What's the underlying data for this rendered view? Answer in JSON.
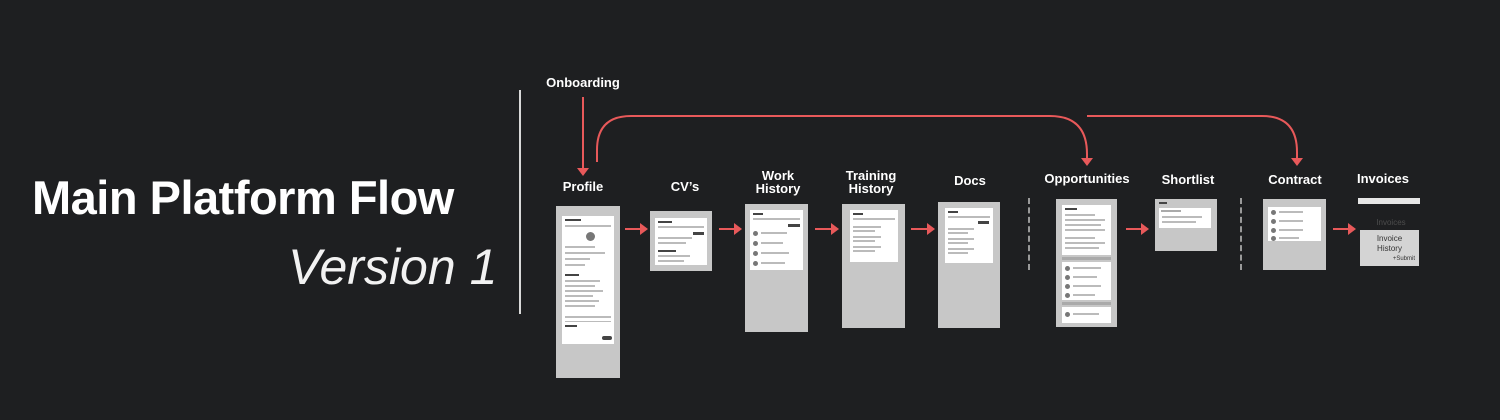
{
  "title": "Main Platform Flow",
  "subtitle": "Version 1",
  "nodes": {
    "onboarding": "Onboarding",
    "profile": "Profile",
    "cvs": "CV’s",
    "work_history": "Work\nHistory",
    "training_history": "Training\nHistory",
    "docs": "Docs",
    "opportunities": "Opportunities",
    "shortlist": "Shortlist",
    "contract": "Contract",
    "invoices": "Invoices"
  },
  "invoices_screen": {
    "tab_label": "Invoices",
    "box_title": "Invoice\nHistory",
    "submit_label": "+Submit"
  },
  "colors": {
    "background": "#1e1f21",
    "arrow": "#e8595a",
    "text": "#ffffff",
    "wireframe": "#c7c7c7"
  }
}
